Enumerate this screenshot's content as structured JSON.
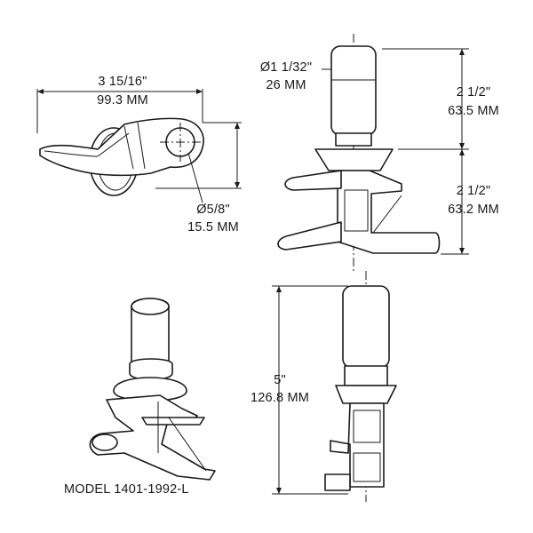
{
  "dimensions": {
    "width_in": "3 15/16\"",
    "width_mm": "99.3 MM",
    "hole_in": "Ø5/8\"",
    "hole_mm": "15.5 MM",
    "shaft_dia_in": "Ø1 1/32\"",
    "shaft_dia_mm": "26 MM",
    "upper_in": "2 1/2\"",
    "upper_mm": "63.5 MM",
    "lower_in": "2 1/2\"",
    "lower_mm": "63.2 MM",
    "total_in": "5\"",
    "total_mm": "126.8 MM"
  },
  "model_label": "MODEL 1401-1992-L"
}
